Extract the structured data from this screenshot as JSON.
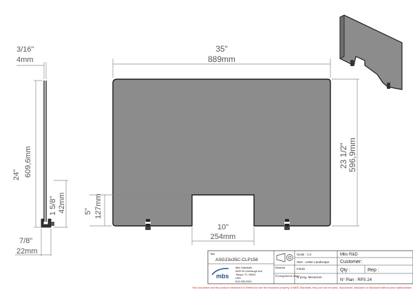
{
  "dimensions": {
    "thickness_in": "3/16\"",
    "thickness_mm": "4mm",
    "width_in": "35\"",
    "width_mm": "889mm",
    "side_height_in": "24\"",
    "side_height_mm": "609,6mm",
    "front_height_in": "23 1/2\"",
    "front_height_mm": "596,9mm",
    "clip_height_in": "1 5/8\"",
    "clip_height_mm": "42mm",
    "clip_depth_in": "7/8\"",
    "clip_depth_mm": "22mm",
    "cutout_height_in": "5\"",
    "cutout_height_mm": "127mm",
    "cutout_width_in": "10\"",
    "cutout_width_mm": "254mm"
  },
  "title_block": {
    "part_number_label": "Title",
    "part_number": "ASG23x35C-CLP158",
    "company_name": "Mbs Standoffs",
    "company_address": [
      "5049 W Linebaugh Ave",
      "Tampa, FL 33624",
      "USA",
      "813-935-9320"
    ],
    "logo_text": "mbs",
    "material_label": "Material",
    "finish_label": "Finish",
    "program_label": "N°programme laser",
    "scale": "Scale : 1:4",
    "size": "Size : Letter Landscape",
    "prog_mecanum": "N°prog. Mecanum.",
    "rd": "Mbs R&D",
    "customer": "Customer:",
    "qty": "Qty :",
    "rep": "Rep :",
    "plan": "N° Plan : RPS 24"
  },
  "footer_notice": "This document and the product mentioned in Reference are the exclusive property of MBS-Standoffs, they can not be used, reproduced, disclosed or disclosed without prior authorization",
  "colors": {
    "panel_fill": "#8c8c8c",
    "outline": "#1a1a1a",
    "dimension_line": "#888888",
    "notice_red": "#d42020",
    "logo_blue": "#1c4f8f"
  }
}
